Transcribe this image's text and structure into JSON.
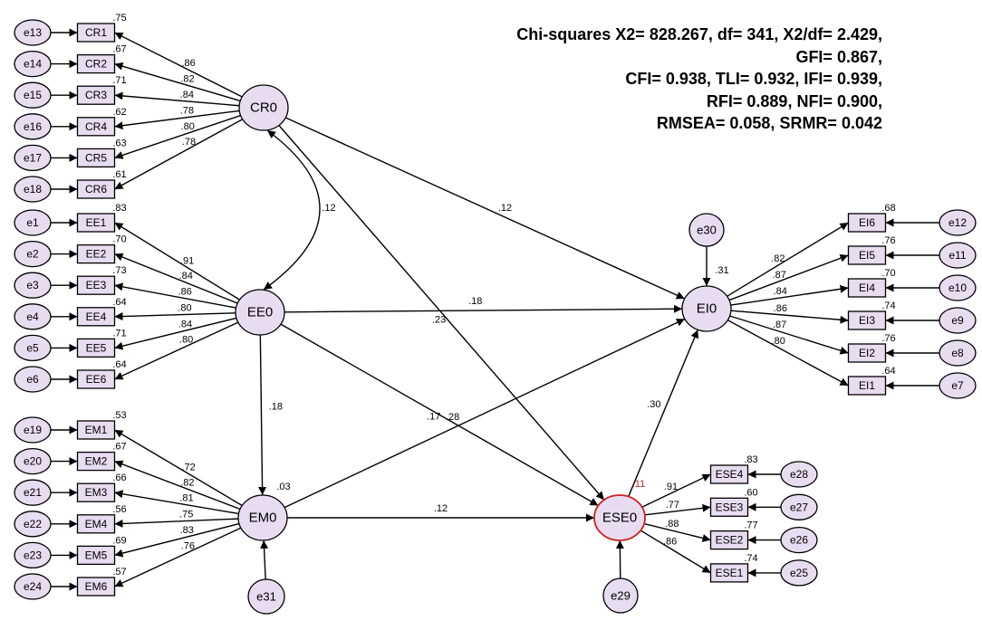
{
  "fit_stats": [
    "Chi-squares X2= 828.267, df= 341, X2/df= 2.429,",
    "GFI= 0.867,",
    "CFI= 0.938, TLI= 0.932, IFI= 0.939,",
    "RFI= 0.889, NFI= 0.900,",
    "RMSEA= 0.058, SRMR= 0.042"
  ],
  "colors": {
    "node_fill": "#e8dcf0",
    "highlight_stroke": "#d02020",
    "line": "#000000"
  },
  "latents": [
    {
      "id": "CR0"
    },
    {
      "id": "EE0"
    },
    {
      "id": "EM0"
    },
    {
      "id": "EI0",
      "r2": ".31"
    },
    {
      "id": "ESE0",
      "r2": ".11",
      "highlight": true
    }
  ],
  "indicators": [
    {
      "id": "CR1",
      "err": "e13",
      "loading": ".86",
      "r2": ".75",
      "factor": "CR0"
    },
    {
      "id": "CR2",
      "err": "e14",
      "loading": ".82",
      "r2": ".67",
      "factor": "CR0"
    },
    {
      "id": "CR3",
      "err": "e15",
      "loading": ".84",
      "r2": ".71",
      "factor": "CR0"
    },
    {
      "id": "CR4",
      "err": "e16",
      "loading": ".78",
      "r2": ".62",
      "factor": "CR0"
    },
    {
      "id": "CR5",
      "err": "e17",
      "loading": ".80",
      "r2": ".63",
      "factor": "CR0"
    },
    {
      "id": "CR6",
      "err": "e18",
      "loading": ".78",
      "r2": ".61",
      "factor": "CR0"
    },
    {
      "id": "EE1",
      "err": "e1",
      "loading": ".91",
      "r2": ".83",
      "factor": "EE0"
    },
    {
      "id": "EE2",
      "err": "e2",
      "loading": ".84",
      "r2": ".70",
      "factor": "EE0"
    },
    {
      "id": "EE3",
      "err": "e3",
      "loading": ".86",
      "r2": ".73",
      "factor": "EE0"
    },
    {
      "id": "EE4",
      "err": "e4",
      "loading": ".80",
      "r2": ".64",
      "factor": "EE0"
    },
    {
      "id": "EE5",
      "err": "e5",
      "loading": ".84",
      "r2": ".71",
      "factor": "EE0"
    },
    {
      "id": "EE6",
      "err": "e6",
      "loading": ".80",
      "r2": ".64",
      "factor": "EE0"
    },
    {
      "id": "EM1",
      "err": "e19",
      "loading": ".72",
      "r2": ".53",
      "factor": "EM0"
    },
    {
      "id": "EM2",
      "err": "e20",
      "loading": ".82",
      "r2": ".67",
      "factor": "EM0"
    },
    {
      "id": "EM3",
      "err": "e21",
      "loading": ".81",
      "r2": ".66",
      "factor": "EM0"
    },
    {
      "id": "EM4",
      "err": "e22",
      "loading": ".75",
      "r2": ".56",
      "factor": "EM0"
    },
    {
      "id": "EM5",
      "err": "e23",
      "loading": ".83",
      "r2": ".69",
      "factor": "EM0"
    },
    {
      "id": "EM6",
      "err": "e24",
      "loading": ".76",
      "r2": ".57",
      "factor": "EM0"
    },
    {
      "id": "EI6",
      "err": "e12",
      "loading": ".82",
      "r2": ".68",
      "factor": "EI0"
    },
    {
      "id": "EI5",
      "err": "e11",
      "loading": ".87",
      "r2": ".76",
      "factor": "EI0"
    },
    {
      "id": "EI4",
      "err": "e10",
      "loading": ".84",
      "r2": ".70",
      "factor": "EI0"
    },
    {
      "id": "EI3",
      "err": "e9",
      "loading": ".86",
      "r2": ".74",
      "factor": "EI0"
    },
    {
      "id": "EI2",
      "err": "e8",
      "loading": ".87",
      "r2": ".76",
      "factor": "EI0"
    },
    {
      "id": "EI1",
      "err": "e7",
      "loading": ".80",
      "r2": ".64",
      "factor": "EI0"
    },
    {
      "id": "ESE4",
      "err": "e28",
      "loading": ".91",
      "r2": ".83",
      "factor": "ESE0"
    },
    {
      "id": "ESE3",
      "err": "e27",
      "loading": ".77",
      "r2": ".60",
      "factor": "ESE0"
    },
    {
      "id": "ESE2",
      "err": "e26",
      "loading": ".88",
      "r2": ".77",
      "factor": "ESE0"
    },
    {
      "id": "ESE1",
      "err": "e25",
      "loading": ".86",
      "r2": ".74",
      "factor": "ESE0"
    }
  ],
  "disturbances": [
    {
      "id": "e30",
      "target": "EI0"
    },
    {
      "id": "e31",
      "target": "EM0"
    },
    {
      "id": "e29",
      "target": "ESE0"
    }
  ],
  "paths": [
    {
      "from": "CR0",
      "to": "EI0",
      "coef": ".12"
    },
    {
      "from": "CR0",
      "to": "ESE0",
      "coef": ".23"
    },
    {
      "from": "EE0",
      "to": "EI0",
      "coef": ".18"
    },
    {
      "from": "EE0",
      "to": "ESE0",
      "coef": ".17"
    },
    {
      "from": "EE0",
      "to": "EM0",
      "coef": ".18"
    },
    {
      "from": "EM0",
      "to": "EI0",
      "coef": ".28"
    },
    {
      "from": "EM0",
      "to": "ESE0",
      "coef": ".12"
    },
    {
      "from": "ESE0",
      "to": "EI0",
      "coef": ".30"
    }
  ],
  "covariance": {
    "a": "CR0",
    "b": "EE0",
    "coef": ".12"
  },
  "latent_r2": [
    {
      "id": "EM0",
      "value": ".03"
    }
  ]
}
